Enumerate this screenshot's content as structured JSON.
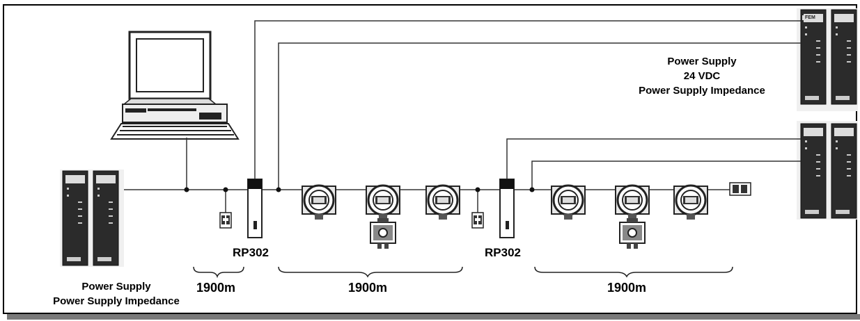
{
  "power_supply_top": {
    "line1": "Power Supply",
    "line2": "24 VDC",
    "line3": "Power Supply Impedance"
  },
  "power_supply_left": {
    "line1": "Power Supply",
    "line2": "Power Supply Impedance"
  },
  "repeaters": [
    "RP302",
    "RP302"
  ],
  "segments": [
    "1900m",
    "1900m",
    "1900m"
  ],
  "module_badge": "FEM",
  "colors": {
    "line": "#333333",
    "frame": "#000000",
    "module_dark": "#2b2b2b",
    "shadow": "#7a7a7a"
  }
}
